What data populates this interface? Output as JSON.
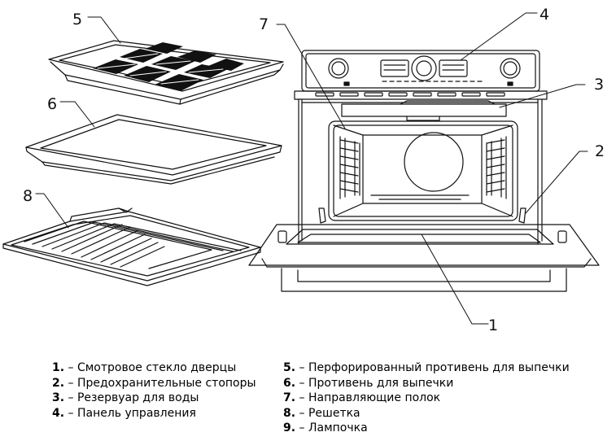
{
  "callouts": [
    "1",
    "2",
    "3",
    "4",
    "5",
    "6",
    "7",
    "8"
  ],
  "legend": {
    "left": [
      {
        "num": "1.",
        "text": "– Смотровое стекло дверцы"
      },
      {
        "num": "2.",
        "text": "– Предохранительные стопоры"
      },
      {
        "num": "3.",
        "text": "– Резервуар для воды"
      },
      {
        "num": "4.",
        "text": "– Панель управления"
      }
    ],
    "right": [
      {
        "num": "5.",
        "text": "– Перфорированный противень для выпечки"
      },
      {
        "num": "6.",
        "text": "– Противень для выпечки"
      },
      {
        "num": "7.",
        "text": "– Направляющие полок"
      },
      {
        "num": "8.",
        "text": "– Решетка"
      },
      {
        "num": "9.",
        "text": "– Лампочка"
      }
    ]
  }
}
